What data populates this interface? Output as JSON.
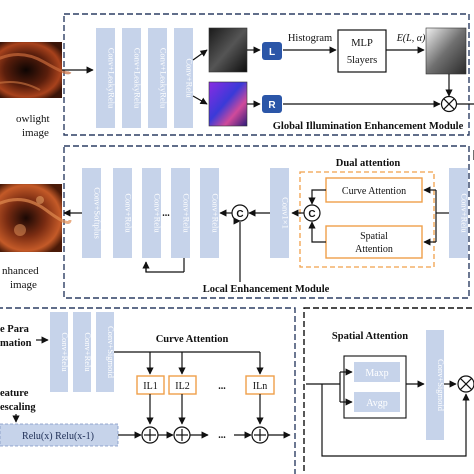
{
  "colors": {
    "conv_block": "#c6d3ea",
    "border_dashed": "#2d3e63",
    "attention_orange": "#f0a04a",
    "arrow": "#111111"
  },
  "input": {
    "label_line1": "owlight",
    "label_line2": "image"
  },
  "output": {
    "label_line1": "nhanced",
    "label_line2": "image"
  },
  "global_module": {
    "title": "Global Illumination Enhancement Module",
    "conv_blocks": [
      "Conv+LeakyRelu",
      "Conv+LeakyRelu",
      "Conv+LeakyRelu",
      "Conv+Relu"
    ],
    "branch_L": "L",
    "branch_R": "R",
    "histogram": "Histogram",
    "mlp_line1": "MLP",
    "mlp_line2": "5layers",
    "formula": "E(L, α)"
  },
  "local_module": {
    "title": "Local Enhancement Module",
    "conv_blocks": [
      "Conv+Softplus",
      "Conv+Relu",
      "Conv+Relu",
      "Conv+Relu",
      "Conv+Relu"
    ],
    "dots": "...",
    "concat_symbol": "C",
    "conv1x1": "Conv1×1",
    "dual_attention": "Dual attention",
    "curve_attention": "Curve Attention",
    "spatial_line1": "Spatial",
    "spatial_line2": "Attention",
    "right_conv": "Conv+Relu"
  },
  "curve_panel": {
    "title": "Curve Attention",
    "curve_para_line1": "e Para",
    "curve_para_line2": "mation",
    "feature_line1": "eature",
    "feature_line2": "escaling",
    "conv_blocks": [
      "Conv+Relu",
      "Conv+Relu",
      "Conv+Sigmoid"
    ],
    "il_blocks": [
      "IL1",
      "IL2",
      "ILn"
    ],
    "dots": "...",
    "relu_formula": "Relu(x) Relu(x-1)"
  },
  "spatial_panel": {
    "title": "Spatial Attention",
    "maxp": "Maxp",
    "avgp": "Avgp",
    "conv": "Conv+Sigmoid"
  }
}
